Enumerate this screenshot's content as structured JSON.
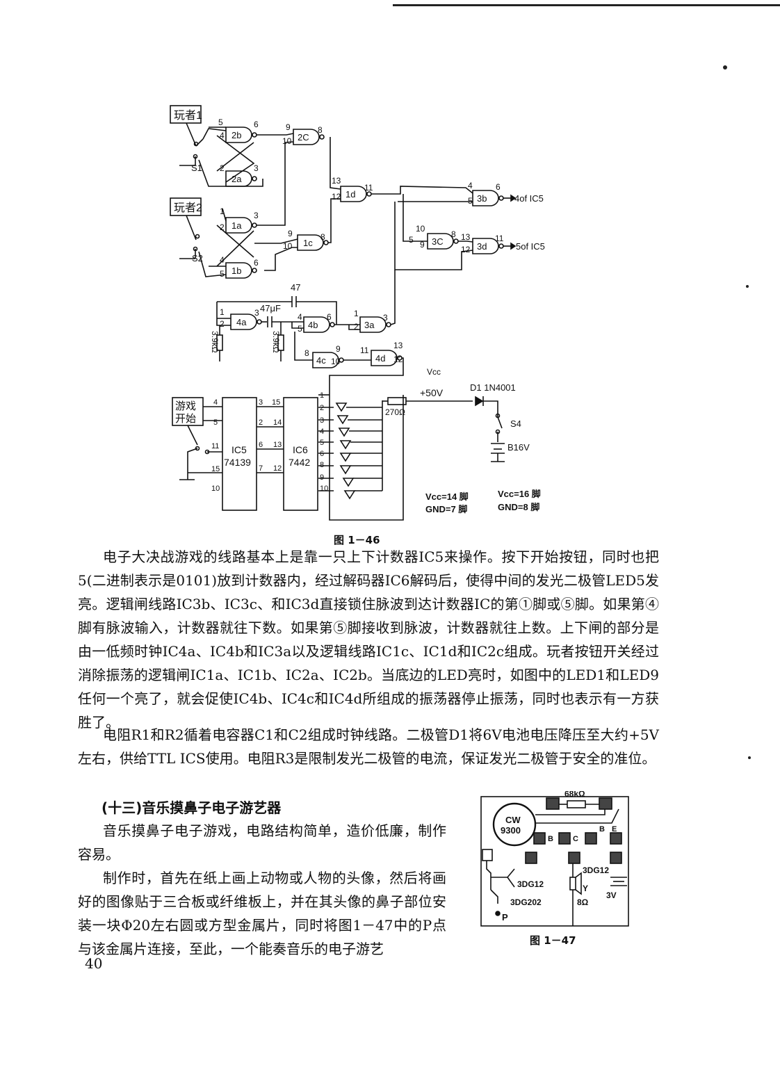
{
  "figure1": {
    "caption": "图 1－46",
    "labels": {
      "player1": "玩者1",
      "player2": "玩者2",
      "s1": "S1",
      "s2": "S2",
      "g2b": "2b",
      "g2a": "2a",
      "g2c": "2C",
      "g1a": "1a",
      "g1b": "1b",
      "g1c": "1c",
      "g1d": "1d",
      "g3b": "3b",
      "g3c": "3C",
      "g3d": "3d",
      "g4a": "4a",
      "g4b": "4b",
      "g3a": "3a",
      "g4c": "4c",
      "g4d": "4d",
      "out_ic5_4": "4of IC5",
      "out_ic5_5": "5of IC5",
      "cap47": "47",
      "cap47uf": "47μF",
      "r1": "3.9kΩ",
      "r2": "3.9kΩ",
      "vcc": "Vcc",
      "plus5v": "+50V",
      "diode": "D1 1N4001",
      "r270": "270Ω",
      "s4": "S4",
      "battery": "B16V",
      "start_btn_1": "游戏",
      "start_btn_2": "开始",
      "ic5_name": "IC5",
      "ic5_part": "74139",
      "ic6_name": "IC6",
      "ic6_part": "7442",
      "pin_note_1": "Vcc=14 脚",
      "pin_note_2": "GND=7 脚",
      "pin_note_3": "Vcc=16 脚",
      "pin_note_4": "GND=8 脚"
    }
  },
  "body_paragraph_1": "电子大决战游戏的线路基本上是靠一只上下计数器IC5来操作。按下开始按钮，同时也把5(二进制表示是0101)放到计数器内，经过解码器IC6解码后，使得中间的发光二极管LED5发亮。逻辑闸线路IC3b、IC3c、和IC3d直接锁住脉波到达计数器IC的第①脚或⑤脚。如果第④脚有脉波输入，计数器就往下数。如果第⑤脚接收到脉波，计数器就往上数。上下闸的部分是由一低频时钟IC4a、IC4b和IC3a以及逻辑线路IC1c、IC1d和IC2c组成。玩者按钮开关经过消除振荡的逻辑闸IC1a、IC1b、IC2a、IC2b。当底边的LED亮时，如图中的LED1和LED9任何一个亮了，就会促使IC4b、IC4c和IC4d所组成的振荡器停止振荡，同时也表示有一方获胜了。",
  "body_paragraph_2": "电阻R1和R2循着电容器C1和C2组成时钟线路。二极管D1将6V电池电压降压至大约+5V左右，供给TTL ICS使用。电阻R3是限制发光二极管的电流，保证发光二极管于安全的准位。",
  "section_heading": "(十三)音乐摸鼻子电子游艺器",
  "section_paragraph_1": "音乐摸鼻子电子游戏，电路结构简单，造价低廉，制作容易。",
  "section_paragraph_2": "制作时，首先在纸上画上动物或人物的头像，然后将画好的图像贴于三合板或纤维板上，并在其头像的鼻子部位安装一块Φ20左右圆或方型金属片，同时将图1－47中的P点与该金属片连接，至此，一个能奏音乐的电子游艺",
  "figure2": {
    "caption": "图 1－47",
    "labels": {
      "r68k": "68kΩ",
      "chip_1": "CW",
      "chip_2": "9300",
      "b1": "B",
      "c1": "C",
      "b2": "B",
      "e2": "E",
      "t1": "3DG12",
      "t2": "3DG202",
      "t3": "3DG12",
      "speaker_1": "Y",
      "speaker_2": "8Ω",
      "battery": "3V",
      "point_p": "P"
    }
  },
  "page_number": "40"
}
